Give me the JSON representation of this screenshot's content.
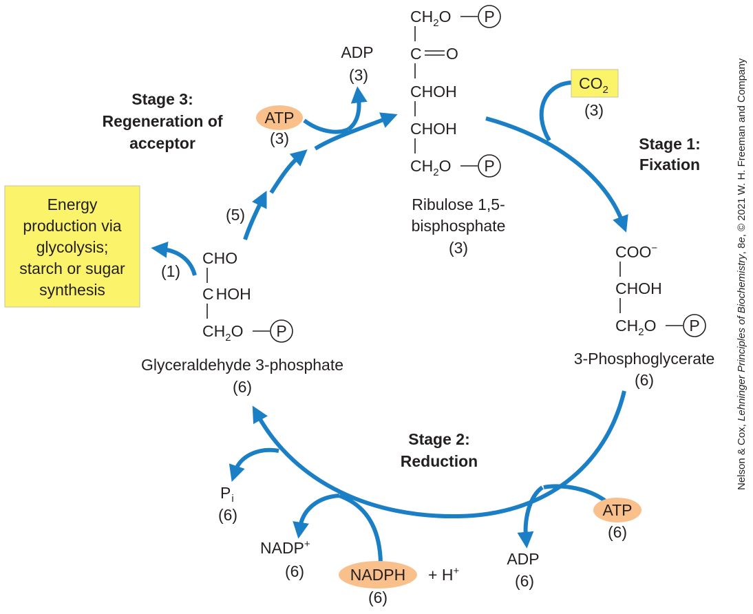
{
  "stages": {
    "stage1": {
      "title": "Stage 1:",
      "subtitle": "Fixation"
    },
    "stage2": {
      "title": "Stage 2:",
      "subtitle": "Reduction"
    },
    "stage3": {
      "title": "Stage 3:",
      "line2": "Regeneration of",
      "line3": "acceptor"
    }
  },
  "energy_box": {
    "lines": [
      "Energy",
      "production via",
      "glycolysis;",
      "starch or sugar",
      "synthesis"
    ],
    "count": "(1)"
  },
  "step5_count": "(5)",
  "ribulose": {
    "groups": [
      "CH",
      "2",
      "O",
      "P",
      "C",
      "O",
      "CHOH",
      "CHOH",
      "CH",
      "2",
      "O",
      "P"
    ],
    "name_line1": "Ribulose 1,5-",
    "name_line2": "bisphosphate",
    "count": "(3)"
  },
  "phosphoglycerate": {
    "groups": [
      "COO",
      "−",
      "CHOH",
      "CH",
      "2",
      "O",
      "P"
    ],
    "name": "3-Phosphoglycerate",
    "count": "(6)"
  },
  "g3p": {
    "groups": [
      "CHO",
      "C",
      "HOH",
      "CH",
      "2",
      "O",
      "P"
    ],
    "name": "Glyceraldehyde 3-phosphate",
    "count": "(6)"
  },
  "co2": {
    "label": "CO",
    "sub": "2",
    "count": "(3)"
  },
  "atp_stage3": {
    "label": "ATP",
    "count": "(3)"
  },
  "adp_stage3": {
    "label": "ADP",
    "count": "(3)"
  },
  "atp_stage2": {
    "label": "ATP",
    "count": "(6)"
  },
  "adp_stage2": {
    "label": "ADP",
    "count": "(6)"
  },
  "nadph": {
    "label": "NADPH",
    "count": "(6)",
    "h_plus": "+ H",
    "h_sup": "+"
  },
  "nadp": {
    "label": "NADP",
    "sup": "+",
    "count": "(6)"
  },
  "pi": {
    "label": "P",
    "sub": "i",
    "count": "(6)"
  },
  "credit": {
    "prefix": "Nelson & Cox, ",
    "italic": "Lehninger Principles of Biochemistry",
    "middle": ", 8",
    "ed": "e",
    "suffix": ", © 2021 W. H. Freeman and Company"
  },
  "colors": {
    "arrow": "#1b7fc5",
    "box": "#fbf36a",
    "oval": "#f9c08c",
    "text": "#231f20"
  }
}
